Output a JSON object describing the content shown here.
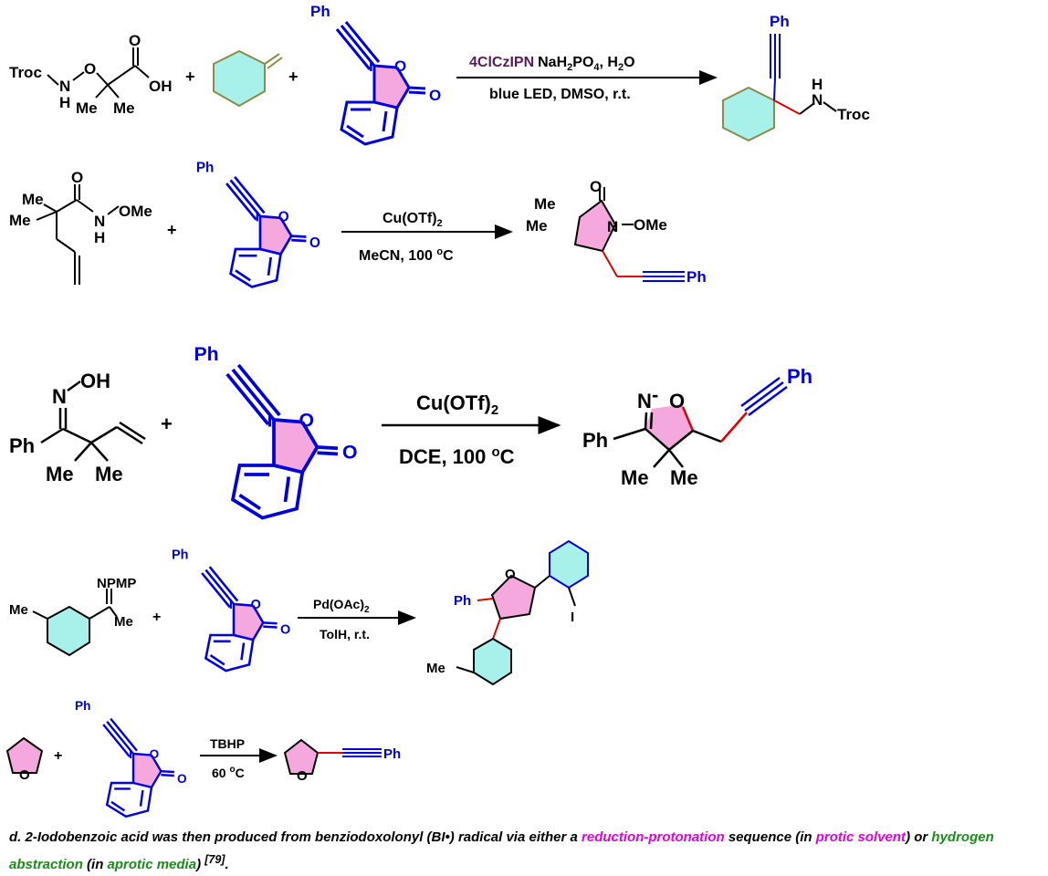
{
  "colors": {
    "bond": "#000000",
    "reagent": "#0000dd",
    "ring_fill_pink": "#f5a8dd",
    "ring_fill_cyan": "#a8f0ea",
    "ring_outline_olive": "#8b8b4a",
    "new_bond": "#e00000",
    "catalyst_purple": "#5a1a5a",
    "caption_magenta": "#e000e0",
    "caption_green": "#1a8c1a"
  },
  "labels": {
    "ph": "Ph",
    "me": "Me",
    "i": "I",
    "o": "O",
    "n": "N",
    "h": "H",
    "plus": "+"
  },
  "reactions": [
    {
      "substrate": {
        "troc": "Troc",
        "oh": "OH"
      },
      "product": {
        "troc": "Troc"
      },
      "conditions": {
        "catalyst": "4ClCzIPN",
        "additives": [
          "NaH",
          "2",
          "PO",
          "4",
          ", H",
          "2",
          "O"
        ],
        "line2": "blue LED, DMSO, r.t."
      }
    },
    {
      "substrate": {
        "ome": "OMe"
      },
      "product": {
        "ome": "OMe"
      },
      "conditions": {
        "reagent": [
          "Cu(OTf)",
          "2"
        ],
        "line2": [
          "MeCN, 100 ",
          "o",
          "C"
        ]
      }
    },
    {
      "substrate": {
        "oh": "OH"
      },
      "conditions": {
        "reagent": [
          "Cu(OTf)",
          "2"
        ],
        "line2": [
          "DCE, 100 ",
          "o",
          "C"
        ]
      }
    },
    {
      "substrate": {
        "npmp": "NPMP"
      },
      "conditions": {
        "reagent": [
          "Pd(OAc)",
          "2"
        ],
        "line2": "TolH, r.t."
      }
    },
    {
      "conditions": {
        "reagent": "TBHP",
        "line2": [
          "60 ",
          "o",
          "C"
        ]
      }
    }
  ],
  "caption": {
    "part1": "d. 2-Iodobenzoic acid was then produced from benziodoxolonyl (BI•) radical via either a ",
    "hl1": "reduction-protonation",
    "part2": " sequence (in ",
    "hl2": "protic solvent",
    "part3": ") or ",
    "hl3": "hydrogen abstraction",
    "part4": " (in ",
    "hl4": "aprotic media",
    "part5": ") ",
    "ref": "[79]",
    "part6": "."
  }
}
